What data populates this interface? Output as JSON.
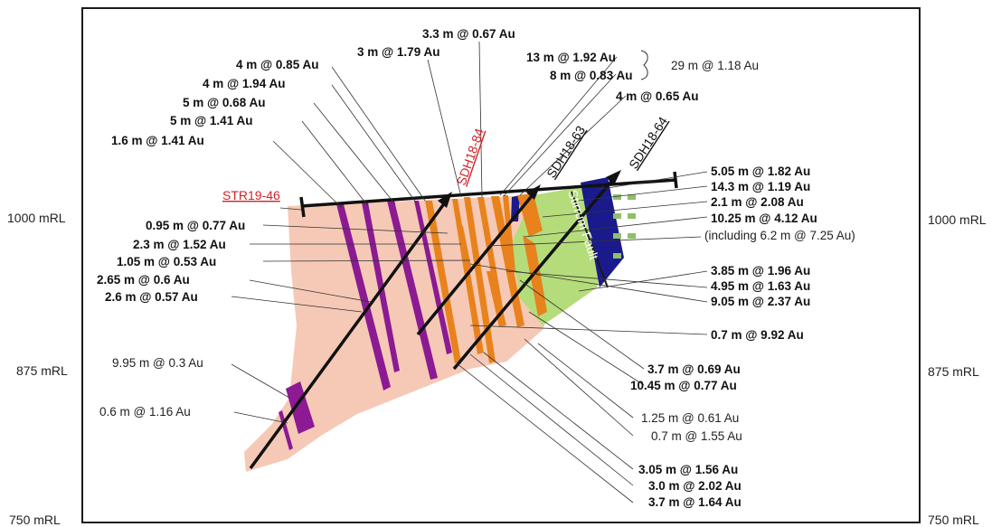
{
  "rl_labels": {
    "top_left": "1000 mRL",
    "mid_left": "875 mRL",
    "bot_left": "750 mRL",
    "top_right": "1000 mRL",
    "mid_right": "875 mRL",
    "bot_right": "750 mRL"
  },
  "holes": {
    "h1": "STR19-46",
    "h2": "SDH18-84",
    "h3": "SDH18-63",
    "h4": "SDH18-64"
  },
  "fault_label": "Stirrum Fault",
  "intercepts": {
    "t1": "3.3 m @ 0.67 Au",
    "t2": "3 m @ 1.79 Au",
    "t3": "13 m @ 1.92 Au",
    "t4": "8 m @ 0.83 Au",
    "t5": "29 m @ 1.18 Au",
    "t6": "4 m @ 0.65 Au",
    "l1": "4 m @ 0.85 Au",
    "l2": "4 m @ 1.94 Au",
    "l3": "5 m @ 0.68 Au",
    "l4": "5 m @ 1.41 Au",
    "l5": "1.6 m @ 1.41 Au",
    "m1": "0.95 m @ 0.77 Au",
    "m2": "2.3 m @ 1.52 Au",
    "m3": "1.05 m @ 0.53 Au",
    "m4": "2.65 m @ 0.6 Au",
    "m5": "2.6 m @ 0.57 Au",
    "b1": "9.95 m @ 0.3 Au",
    "b2": "0.6 m @ 1.16 Au",
    "r1": "5.05 m @ 1.82 Au",
    "r2": "14.3 m @ 1.19 Au",
    "r3": "2.1 m @ 2.08 Au",
    "r4": "10.25 m @ 4.12 Au",
    "r5": "(including 6.2 m @ 7.25 Au)",
    "r6": "3.85 m @ 1.96 Au",
    "r7": "4.95 m @ 1.63 Au",
    "r8": "9.05 m @ 2.37 Au",
    "r9": "0.7 m @ 9.92 Au",
    "r10": "3.7 m @ 0.69 Au",
    "r11": "10.45 m @ 0.77 Au",
    "r12": "1.25 m @ 0.61 Au",
    "r13": "0.7 m @ 1.55 Au",
    "r14": "3.05 m @ 1.56 Au",
    "r15": "3.0 m @ 2.02 Au",
    "r16": "3.7 m @ 1.64 Au"
  },
  "colors": {
    "host_rock": "#f6c9b6",
    "fault_block": "#b5dc7a",
    "purple_dyke": "#8b1a93",
    "orange_vein": "#e8821c",
    "navy_zone": "#1a1a8c",
    "label_red": "#d0232a"
  }
}
